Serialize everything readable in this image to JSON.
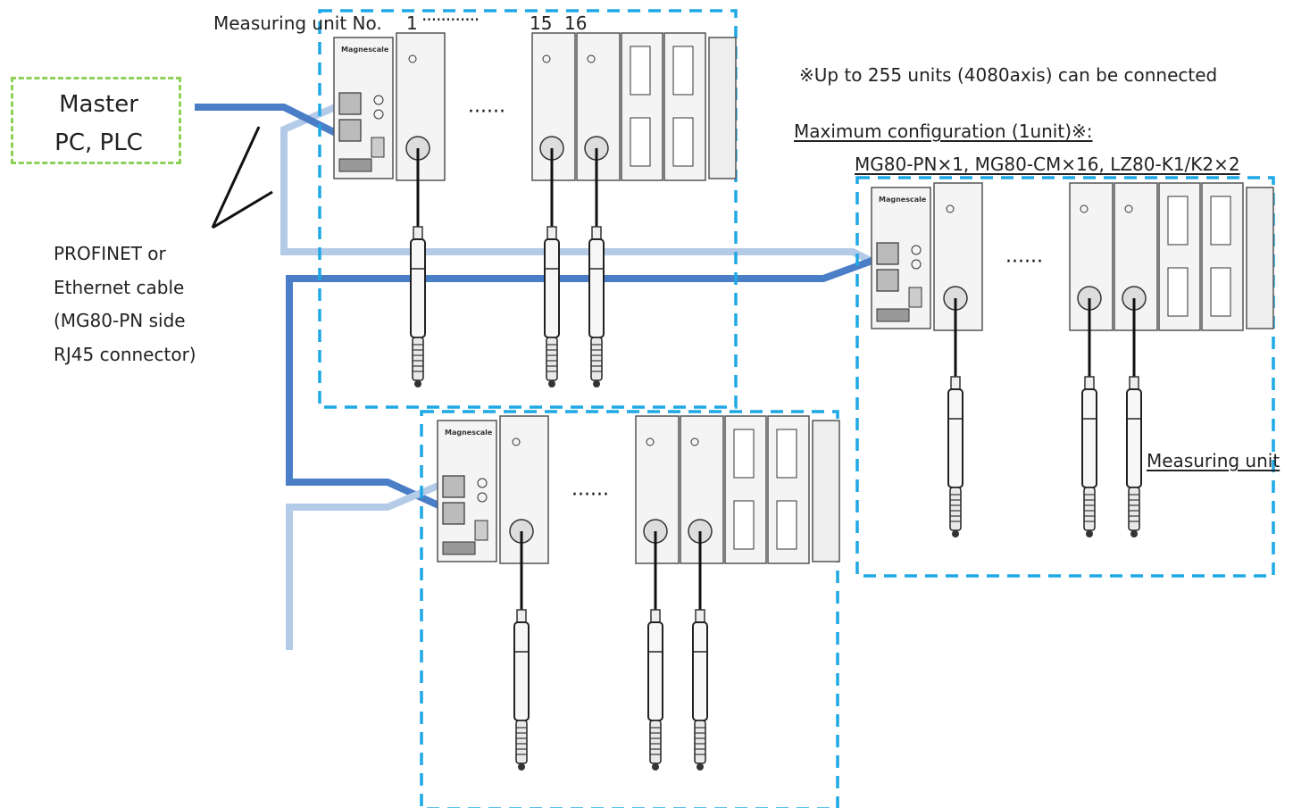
{
  "master": {
    "line1": "Master",
    "line2": "PC, PLC"
  },
  "header_numbering": {
    "prefix": "Measuring unit No.",
    "first": "1",
    "dots": "············",
    "n15": "15",
    "n16": "16"
  },
  "note": "※Up to 255 units (4080axis) can be connected",
  "max_config": {
    "title": "Maximum configuration (1unit)※:",
    "detail": "MG80-PN×1, MG80-CM×16, LZ80-K1/K2×2"
  },
  "cable_label": [
    "PROFINET or",
    "Ethernet cable",
    "(MG80-PN side",
    "RJ45 connector)"
  ],
  "measuring_unit_label": "Measuring unit",
  "module_brand": "Magnescale",
  "ellipsis": "······",
  "colors": {
    "dashed_frame": "#1ea8e6",
    "master_border": "#8fcf5a",
    "cable_dark": "#4a7fc8",
    "cable_light": "#b4cbe8",
    "module_fill": "#f4f4f4",
    "module_stroke": "#555555"
  }
}
